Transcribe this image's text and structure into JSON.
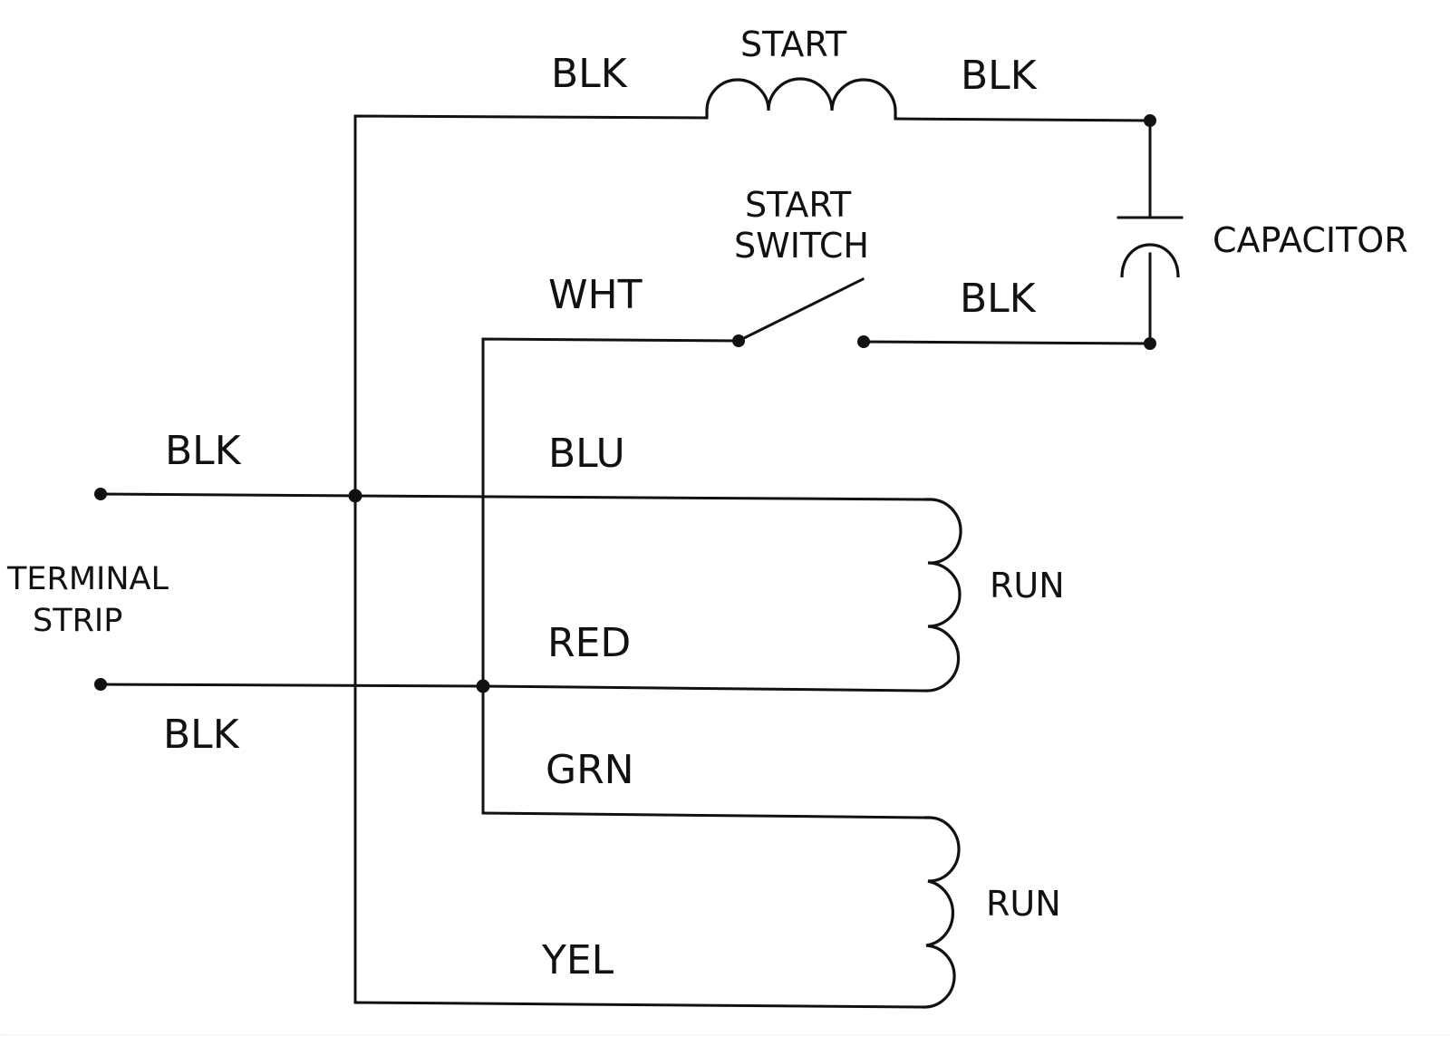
{
  "diagram": {
    "type": "motor-wiring-schematic",
    "line_color": "#111111",
    "background": "#ffffff",
    "components": {
      "start_winding": {
        "label": "START",
        "symbol": "inductor",
        "turns": 3
      },
      "start_switch": {
        "label_line1": "START",
        "label_line2": "SWITCH",
        "symbol": "switch-open"
      },
      "capacitor": {
        "label": "CAPACITOR",
        "symbol": "capacitor-polarized"
      },
      "run_winding_1": {
        "label": "RUN",
        "symbol": "inductor",
        "turns": 3
      },
      "run_winding_2": {
        "label": "RUN",
        "symbol": "inductor",
        "turns": 3
      },
      "terminal_strip": {
        "label_line1": "TERMINAL",
        "label_line2": "STRIP",
        "terminals": 2
      }
    },
    "wire_labels": {
      "start_in": "BLK",
      "start_out": "BLK",
      "switch_in": "WHT",
      "switch_out": "BLK",
      "terminal_top": "BLK",
      "terminal_bottom": "BLK",
      "run1_top": "BLU",
      "run1_bottom": "RED",
      "run2_top": "GRN",
      "run2_bottom": "YEL"
    },
    "connections": [
      "TERMINAL top (BLK) -> BLU -> RUN 1 -> RED -> TERMINAL bottom (BLK)",
      "TERMINAL top junction -> BLK -> START winding -> BLK -> CAPACITOR",
      "CAPACITOR -> BLK -> START SWITCH -> WHT -> TERMINAL bottom junction",
      "TERMINAL bottom junction -> GRN -> RUN 2 -> YEL -> TERMINAL top junction"
    ]
  }
}
